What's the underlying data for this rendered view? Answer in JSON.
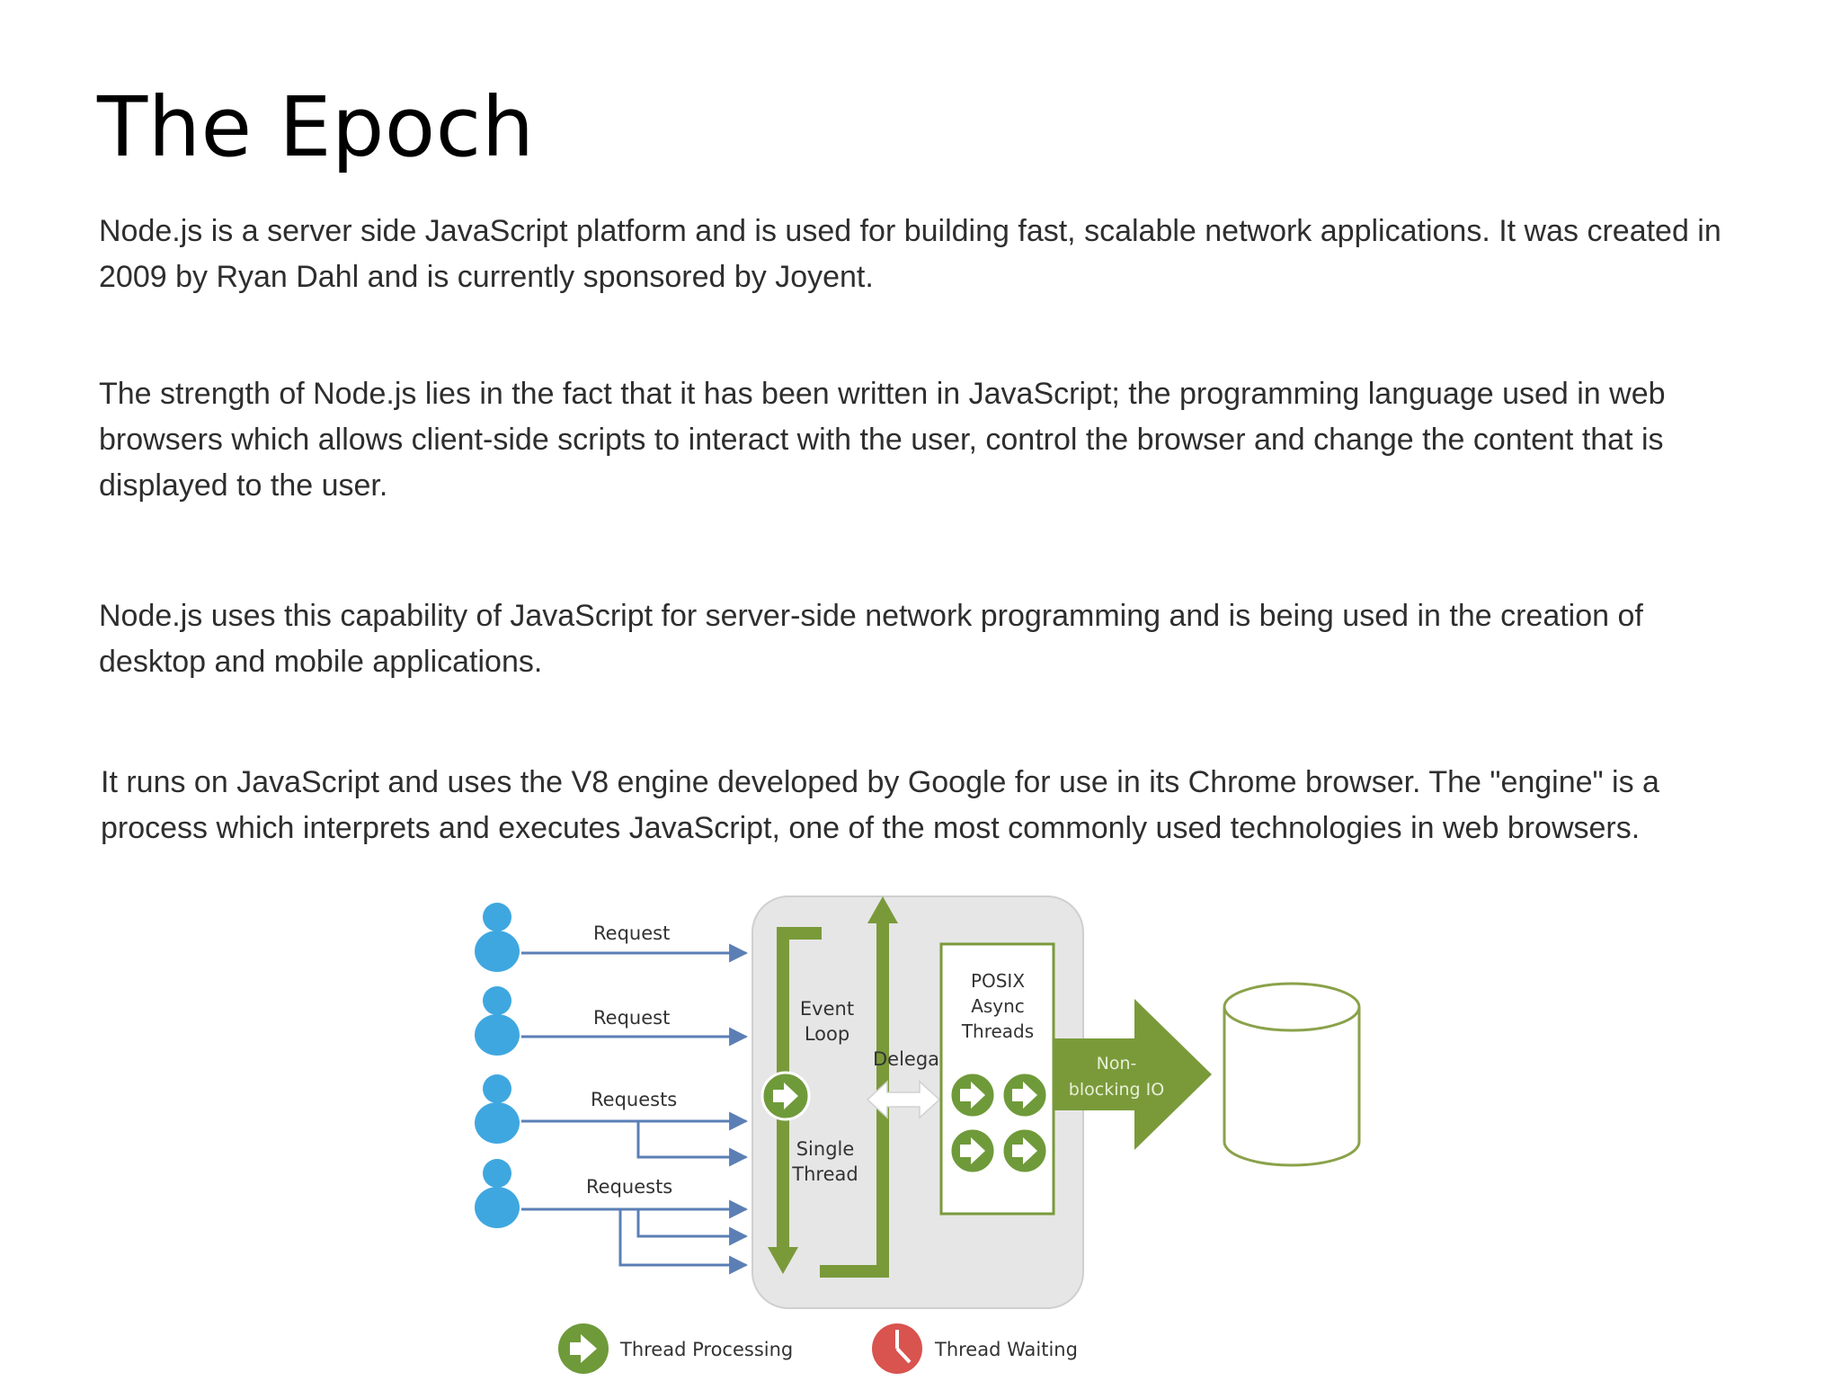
{
  "slide": {
    "title": "The Epoch",
    "paragraphs": [
      "Node.js is a server side JavaScript platform and is used for building fast, scalable network applications. It was created in 2009 by Ryan Dahl and is currently sponsored by Joyent.",
      "The strength of Node.js lies in the fact that it has been written in JavaScript; the programming language used in web browsers which allows client-side scripts to interact with the user, control the browser and change the content that is displayed to the user.",
      "Node.js uses this capability of JavaScript for server-side network programming and is being used in the creation of desktop and mobile applications.",
      "It runs on JavaScript and uses the V8 engine developed by Google for use in its Chrome browser. The \"engine\" is a process which interprets and executes JavaScript, one of the most commonly used technologies in web browsers."
    ]
  },
  "diagram": {
    "request_labels": [
      "Request",
      "Request",
      "Requests",
      "Requests"
    ],
    "event_loop_label": [
      "Event",
      "Loop"
    ],
    "single_thread_label": [
      "Single",
      "Thread"
    ],
    "delegate_label": "Delegate",
    "posix_label": [
      "POSIX",
      "Async",
      "Threads"
    ],
    "nonblocking_label": [
      "Non-",
      "blocking IO"
    ],
    "legend": {
      "processing": "Thread Processing",
      "waiting": "Thread Waiting"
    },
    "colors": {
      "green": "#7a9a3a",
      "circle_green": "#6f9a3a",
      "blue_arrow": "#5b7fb5",
      "user_blue": "#3fa7e0",
      "panel_gray": "#e6e6e6",
      "red": "#d9534f"
    }
  }
}
